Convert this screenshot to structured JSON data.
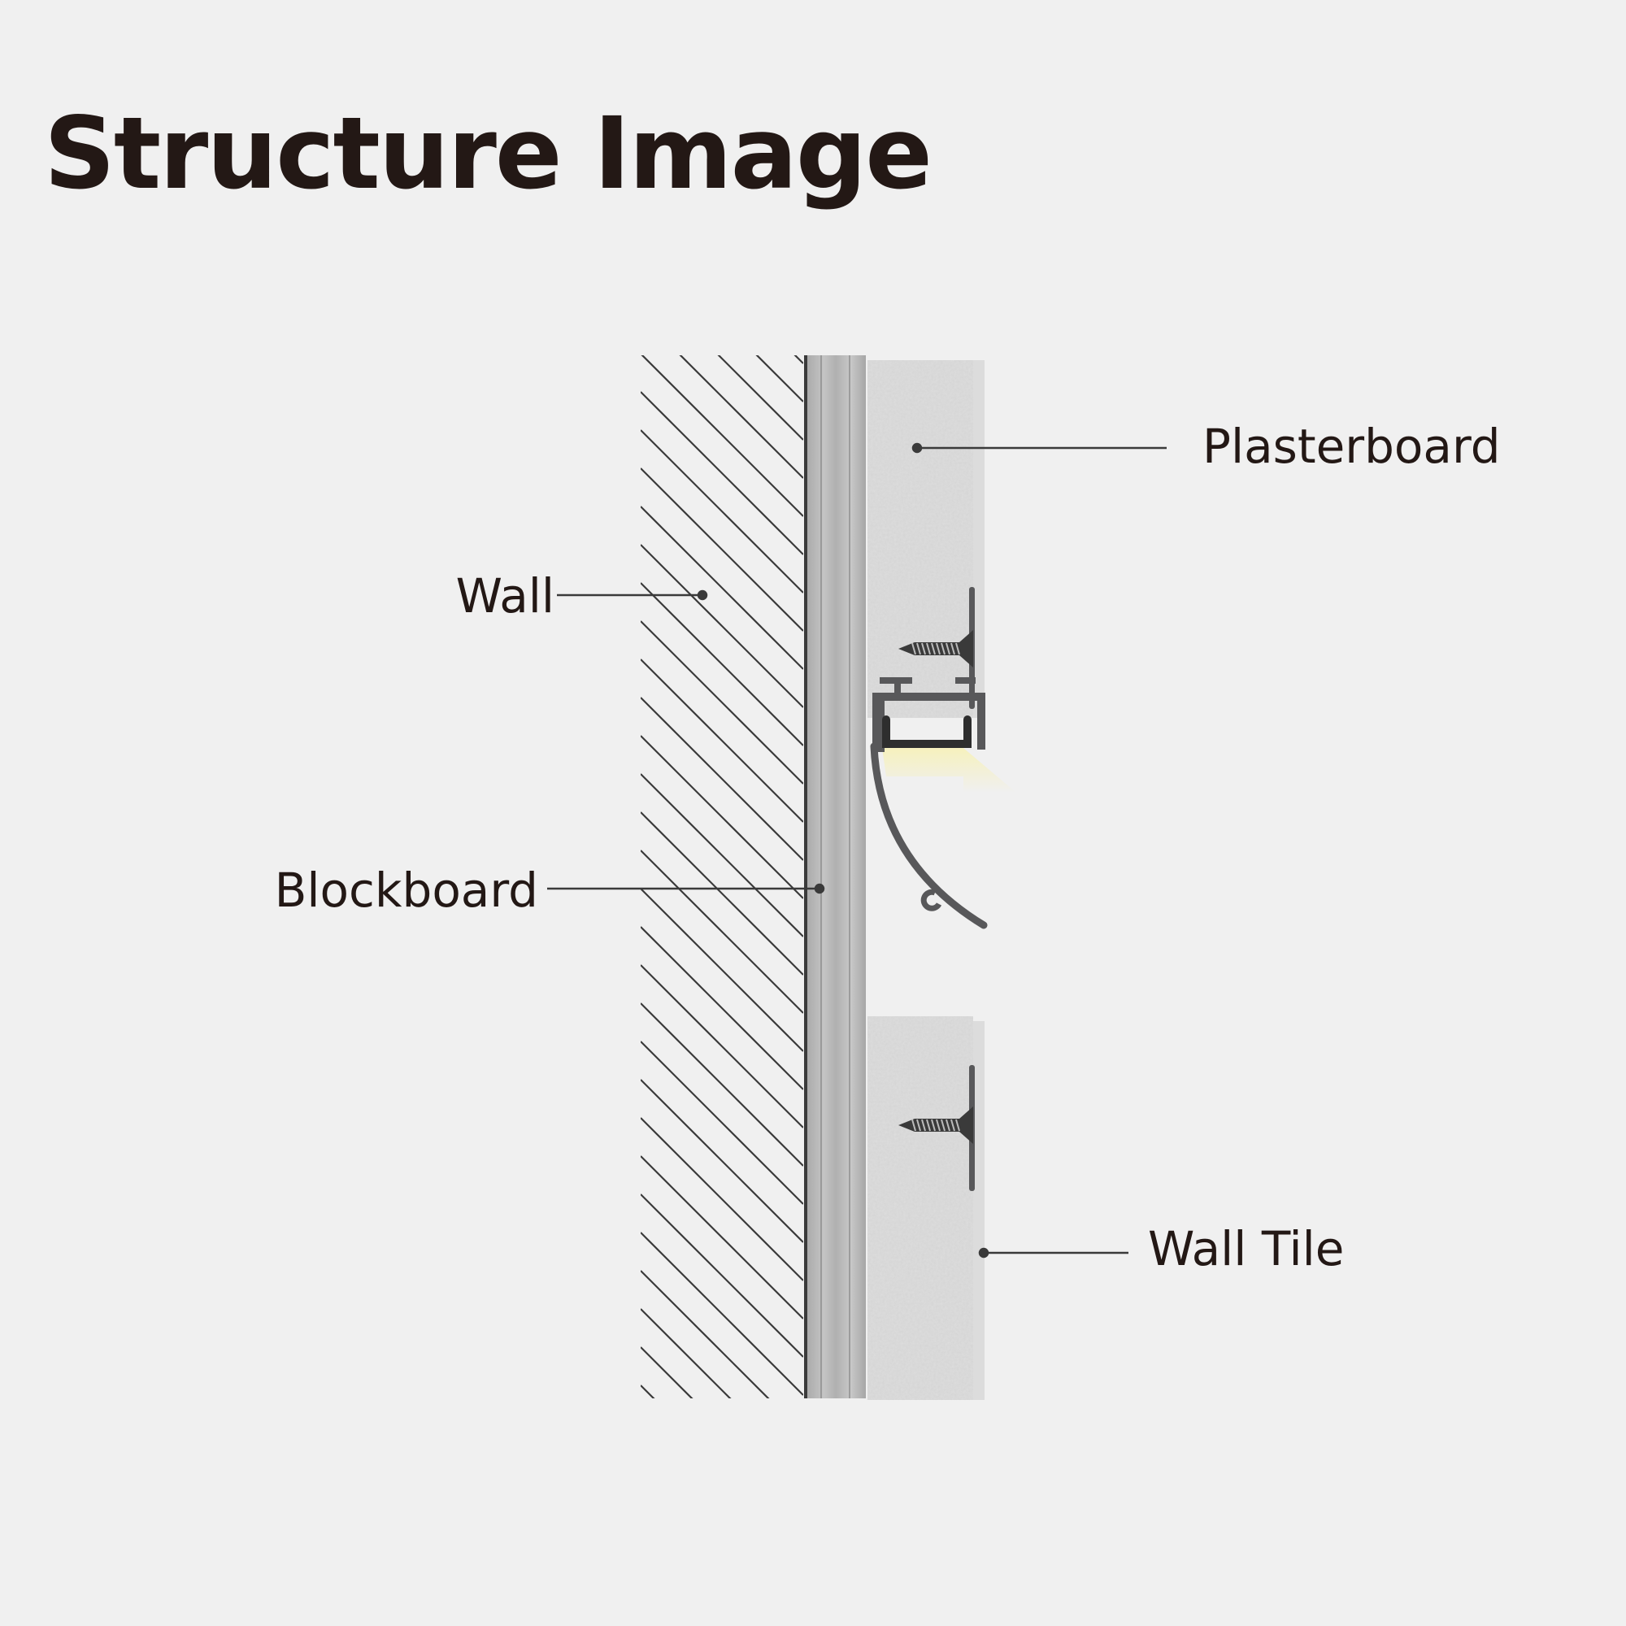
{
  "title": "Structure Image",
  "labels": {
    "plasterboard": "Plasterboard",
    "wall": "Wall",
    "blockboard": "Blockboard",
    "wall_tile": "Wall Tile"
  },
  "colors": {
    "background": "#f0f0f0",
    "text": "#231815",
    "profile": "#58585a",
    "light": "#f6f1bd"
  }
}
